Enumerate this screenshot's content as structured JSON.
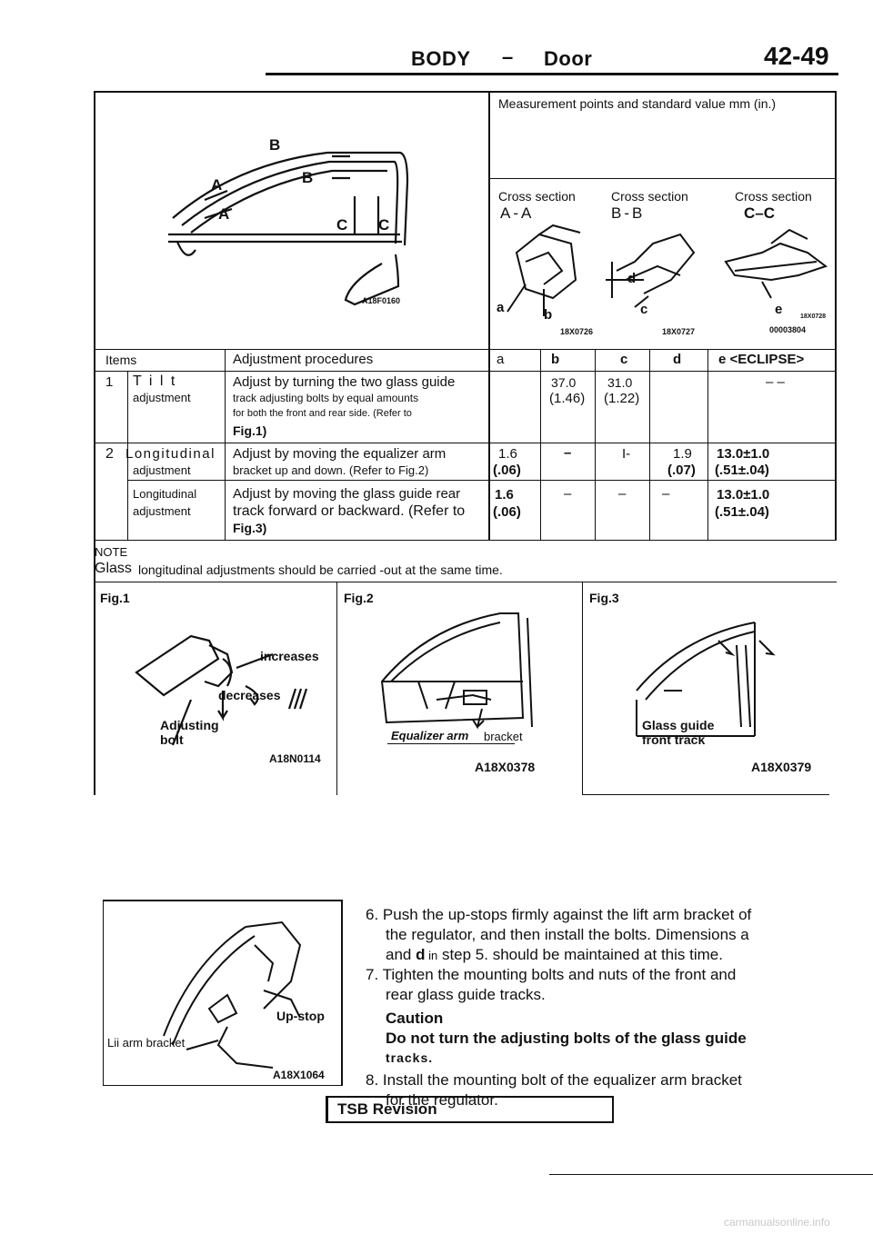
{
  "header": {
    "section": "BODY",
    "separator": "–",
    "subsection": "Door",
    "page_number": "42-49"
  },
  "diagram_top": {
    "labels": [
      "B",
      "A",
      "B",
      "A",
      "C",
      "C"
    ],
    "code": "A18F0160"
  },
  "measurement": {
    "heading": "Measurement points and standard value mm (in.)",
    "cross_sections": [
      {
        "label": "Cross section",
        "name": "A-A"
      },
      {
        "label": "Cross section",
        "name": "B-B"
      },
      {
        "label": "Cross section",
        "name": "C–C"
      }
    ],
    "point_letters": [
      "a",
      "b",
      "c",
      "d",
      "e"
    ],
    "codes": [
      "18X0726",
      "18X0727",
      "00003804",
      "18X0728"
    ]
  },
  "table": {
    "headers": {
      "items": "Items",
      "procedures": "Adjustment procedures",
      "a": "a",
      "b": "b",
      "c": "c",
      "d": "d",
      "e": "e <ECLIPSE>"
    },
    "rows": [
      {
        "no": "1",
        "item": "T i l t",
        "item2": "adjustment",
        "proc1": "Adjust by turning the two glass guide",
        "proc2": "track adjusting bolts by equal amounts",
        "proc3": "for both the front and rear side. (Refer to",
        "proc4": "Fig.1)",
        "b1": "37.0",
        "b2": "(1.46)",
        "c1": "31.0",
        "c2": "(1.22)",
        "e": "– –"
      },
      {
        "no": "2",
        "item": "Longitudinal",
        "item2": "adjustment",
        "proc1": "Adjust by moving the equalizer arm",
        "proc2": "bracket up and down. (Refer to Fig.2)",
        "a1": "1.6",
        "a2": "(.06)",
        "b": "–",
        "c": "I-",
        "d1": "1.9",
        "d2": "(.07)",
        "e1": "13.0±1.0",
        "e2": "(.51±.04)"
      },
      {
        "item": "Longitudinal",
        "item2": "adjustment",
        "proc1": "Adjust by moving the glass guide rear",
        "proc2": "track forward or backward. (Refer to",
        "proc3": "Fig.3)",
        "a1": "1.6",
        "a2": "(.06)",
        "b": "–",
        "c": "–",
        "d": "–",
        "e1": "13.0±1.0",
        "e2": "(.51±.04)"
      }
    ]
  },
  "note": {
    "title": "NOTE",
    "lead": "Glass",
    "text": "longitudinal adjustments should be carried -out at the same time."
  },
  "figures": [
    {
      "title": "Fig.1",
      "labels": [
        "increases",
        "decreases",
        "Adjusting",
        "bolt"
      ],
      "code": "A18N0114"
    },
    {
      "title": "Fig.2",
      "labels": [
        "Equalizer arm",
        "bracket"
      ],
      "code": "A18X0378"
    },
    {
      "title": "Fig.3",
      "labels": [
        "Glass guide",
        "front track"
      ],
      "code": "A18X0379"
    }
  ],
  "lower_figure": {
    "labels": [
      "Up-stop",
      "Lii arm bracket"
    ],
    "code": "A18X1064"
  },
  "steps": [
    {
      "line1": "6. Push the up-stops firmly against the lift arm bracket of",
      "line2": "the regulator, and then install the bolts. Dimensions a",
      "line3a": "and ",
      "line3b": "d",
      "line3c": " in",
      "line3d": " step 5. should be maintained at this time."
    },
    {
      "line1": "7. Tighten the mounting bolts and nuts of the front and",
      "line2": "rear glass guide tracks."
    },
    {
      "caution_title": "Caution",
      "caution_text": "Do not turn the adjusting bolts of the glass guide",
      "caution_text2": "tracks."
    },
    {
      "line1": "8. Install the mounting bolt of the equalizer arm bracket",
      "line2": "for the regulator."
    }
  ],
  "tsb": {
    "label": "TSB Revision"
  },
  "footer": {
    "watermark": "carmanualsonline.info"
  }
}
